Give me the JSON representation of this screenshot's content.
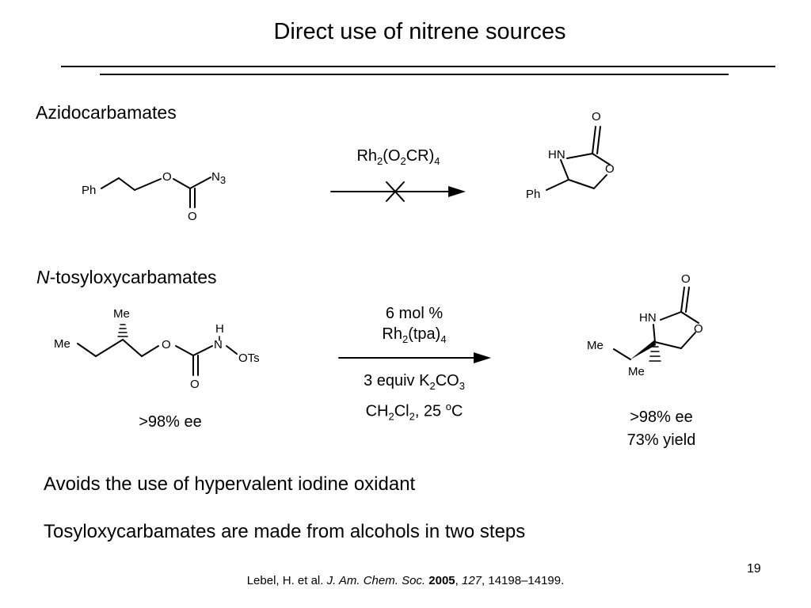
{
  "slide": {
    "title": "Direct use of nitrene sources",
    "number": "19"
  },
  "section1": {
    "heading": "Azidocarbamates",
    "reactant": {
      "ph": "Ph",
      "o_ester": "O",
      "n": "N",
      "n_sub": "3",
      "o_carbonyl": "O"
    },
    "reagent": {
      "p1": "Rh",
      "s1": "2",
      "p2": "(O",
      "s2": "2",
      "p3": "CR)",
      "s3": "4"
    },
    "product": {
      "hn": "HN",
      "o_carbonyl": "O",
      "o_ring": "O",
      "ph": "Ph"
    }
  },
  "section2": {
    "heading_italic": "N",
    "heading_rest": "-tosyloxycarbamates",
    "reactant": {
      "me_top": "Me",
      "me_left": "Me",
      "o_ester": "O",
      "h": "H",
      "n": "N",
      "ots": "OTs",
      "o_carbonyl": "O"
    },
    "reactant_ee": ">98% ee",
    "conditions": {
      "line1": "6 mol %",
      "line2": {
        "p1": "Rh",
        "s1": "2",
        "p2": "(tpa)",
        "s2": "4"
      },
      "line3": {
        "p1": "3 equiv K",
        "s1": "2",
        "p2": "CO",
        "s2": "3"
      },
      "line4": {
        "p1": "CH",
        "s1": "2",
        "p2": "Cl",
        "s2": "2",
        "p3": ", 25 ",
        "sup": "o",
        "p4": "C"
      }
    },
    "product": {
      "hn": "HN",
      "o_carbonyl": "O",
      "o_ring": "O",
      "me_left": "Me",
      "me_bottom": "Me"
    },
    "product_ee": ">98% ee",
    "product_yield": "73% yield"
  },
  "bullets": [
    "Avoids the use of hypervalent iodine oxidant",
    "Tosyloxycarbamates are made from alcohols in two steps"
  ],
  "citation": {
    "authors": "Lebel, H. et al. ",
    "journal": "J. Am. Chem. Soc.",
    "sep1": " ",
    "year": "2005",
    "sep2": ", ",
    "volume": "127",
    "pages": ", 14198–14199."
  }
}
